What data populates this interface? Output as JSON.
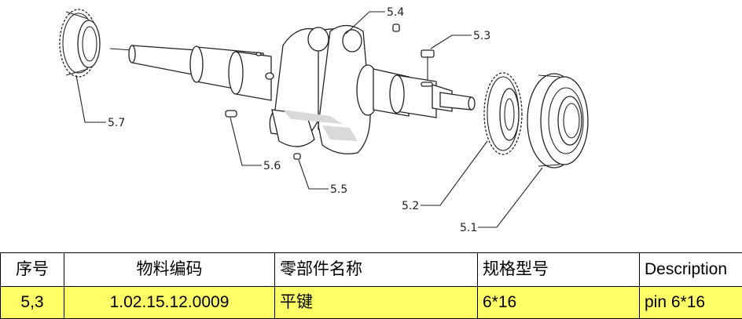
{
  "diagram": {
    "callouts": [
      "5.1",
      "5.2",
      "5.3",
      "5.4",
      "5.5",
      "5.6",
      "5.7"
    ]
  },
  "table": {
    "headers": [
      "序号",
      "物料编码",
      "零部件名称",
      "规格型号",
      "Description"
    ],
    "row": [
      "5,3",
      "1.02.15.12.0009",
      "平键",
      "6*16",
      "pin 6*16"
    ],
    "highlight_color": "#ffff66"
  }
}
